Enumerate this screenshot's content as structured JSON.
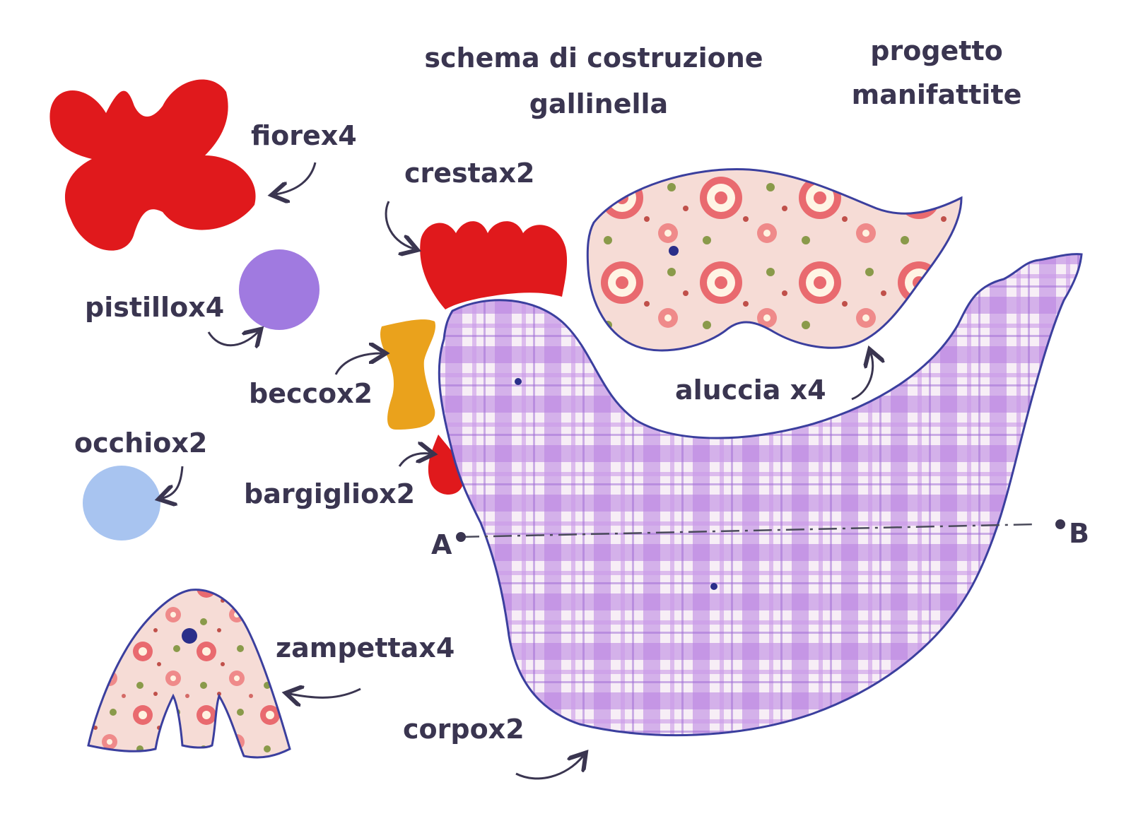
{
  "title": {
    "line1": "schema di costruzione",
    "line2": "gallinella"
  },
  "credit": {
    "line1": "progetto",
    "line2": "manifattite"
  },
  "pieces": {
    "fiore": "fiorex4",
    "pistillo": "pistillox4",
    "becco": "beccox2",
    "occhio": "occhiox2",
    "bargiglio": "bargigliox2",
    "zampetta": "zampettax4",
    "cresta": "crestax2",
    "aluccia": "aluccia x4",
    "corpo": "corpox2"
  },
  "points": {
    "a": "A",
    "b": "B"
  },
  "colors": {
    "felt_red": "#e0191c",
    "felt_violet": "#a07ae0",
    "felt_lightblue": "#a8c4f0",
    "felt_orange": "#eaa21c",
    "gingham_base": "#f7eef6",
    "gingham_stripe": "#b77fe0",
    "floral_base": "#f6dcd6",
    "floral_flower": "#e96a6f",
    "outline": "#3b3f9e",
    "text": "#3a3550"
  }
}
